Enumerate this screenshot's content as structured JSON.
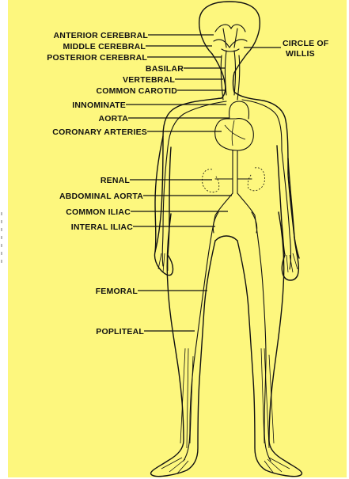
{
  "colors": {
    "panel": "#fdf77e",
    "ink": "#111111"
  },
  "labels": {
    "anterior_cerebral": "ANTERIOR CEREBRAL",
    "middle_cerebral": "MIDDLE CEREBRAL",
    "posterior_cerebral": "POSTERIOR CEREBRAL",
    "basilar": "BASILAR",
    "vertebral": "VERTEBRAL",
    "common_carotid": "COMMON CAROTID",
    "innominate": "INNOMINATE",
    "aorta": "AORTA",
    "coronary_arteries": "CORONARY ARTERIES",
    "renal": "RENAL",
    "abdominal_aorta": "ABDOMINAL AORTA",
    "common_iliac": "COMMON ILIAC",
    "interal_iliac": "INTERAL ILIAC",
    "femoral": "FEMORAL",
    "popliteal": "POPLITEAL",
    "circle_of_willis_line1": "CIRCLE OF",
    "circle_of_willis_line2": "WILLIS"
  }
}
